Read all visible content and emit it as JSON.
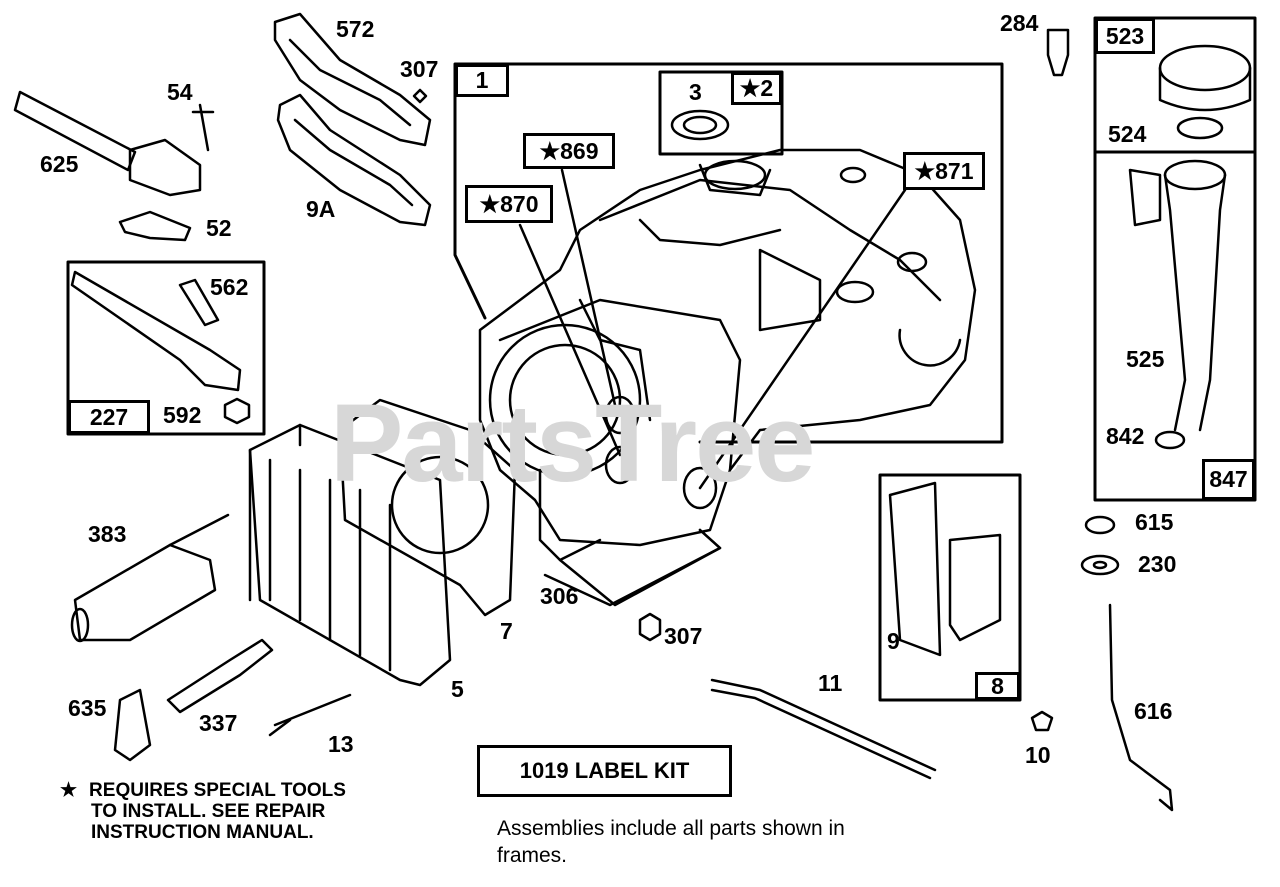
{
  "watermark": "PartsTree",
  "frames": {
    "f1": "1",
    "f227": "227",
    "f523": "523",
    "f847": "847",
    "f8": "8"
  },
  "starred": {
    "s2": "2",
    "s869": "869",
    "s870": "870",
    "s871": "871",
    "star": "★"
  },
  "labels": {
    "l572": "572",
    "l307a": "307",
    "l54": "54",
    "l625": "625",
    "l52": "52",
    "l9A": "9A",
    "l562": "562",
    "l592": "592",
    "l3": "3",
    "l284": "284",
    "l524": "524",
    "l525": "525",
    "l842": "842",
    "l615": "615",
    "l230": "230",
    "l616": "616",
    "l383": "383",
    "l306": "306",
    "l307b": "307",
    "l7": "7",
    "l5": "5",
    "l9": "9",
    "l11": "11",
    "l10": "10",
    "l635": "635",
    "l337": "337",
    "l13": "13"
  },
  "kit_label": "1019 LABEL KIT",
  "note": {
    "star": "★",
    "line1": "REQUIRES SPECIAL TOOLS",
    "line2": "TO INSTALL.  SEE REPAIR",
    "line3": "INSTRUCTION MANUAL."
  },
  "footer": {
    "line1": "Assemblies include all parts shown in",
    "line2": "frames."
  }
}
